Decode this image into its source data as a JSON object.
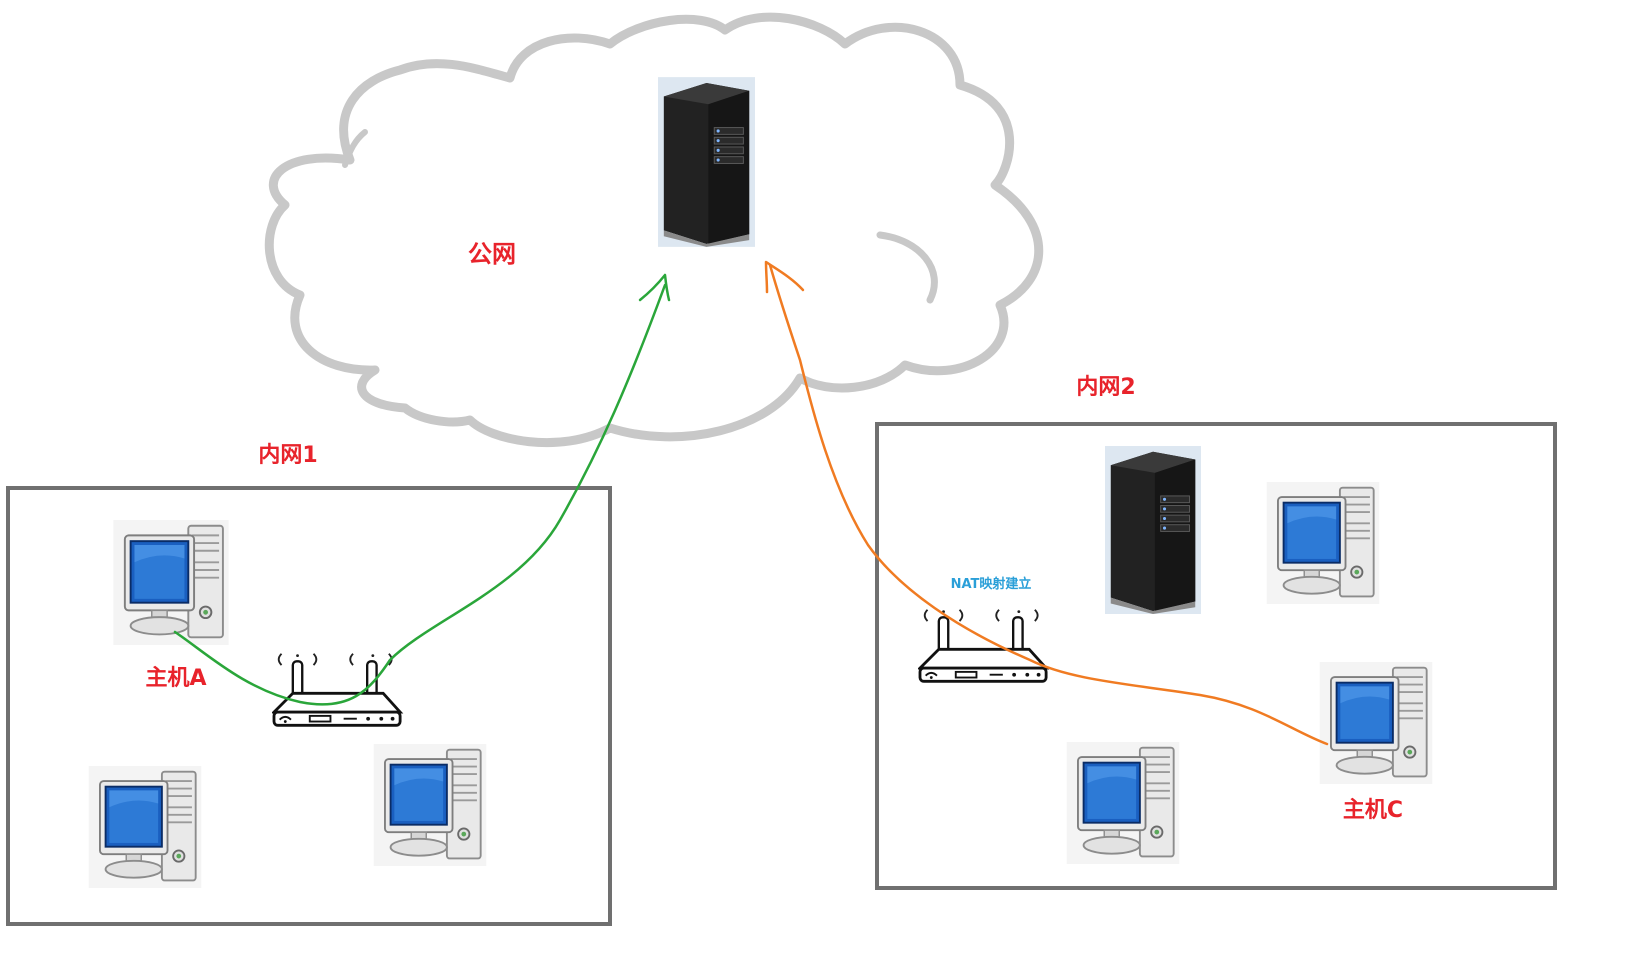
{
  "labels": {
    "public_net": "公网",
    "lan1": "内网1",
    "lan2": "内网2",
    "host_a": "主机A",
    "host_c": "主机C",
    "nat": "NAT映射建立"
  },
  "colors": {
    "label_red": "#e8232b",
    "nat_label_blue": "#2a9fd8",
    "cloud_outline": "#c8c8c8",
    "lan_border": "#707070",
    "path_host_a": "#2aa63a",
    "path_host_c": "#f07b22"
  },
  "icons": [
    "cloud-icon",
    "server-icon",
    "computer-icon",
    "router-icon",
    "arrow-icon"
  ]
}
